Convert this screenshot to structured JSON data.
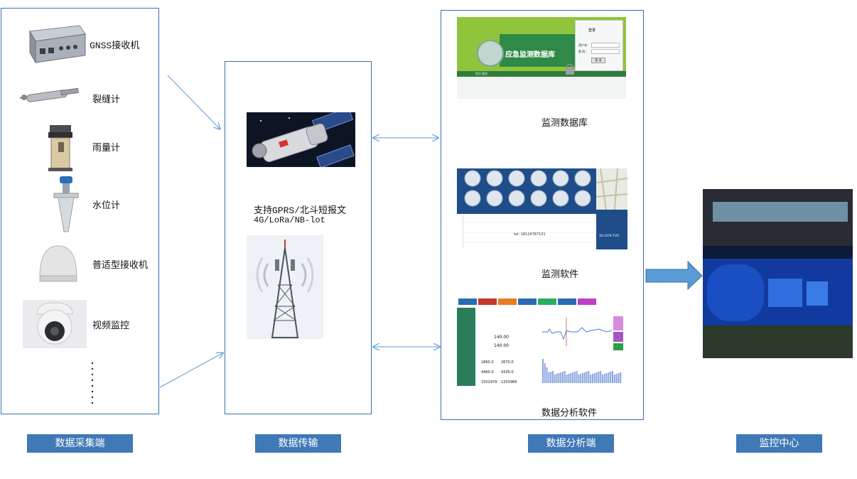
{
  "collection": {
    "devices": [
      {
        "label": "GNSS接收机",
        "icon": "gnss-receiver-icon"
      },
      {
        "label": "裂缝计",
        "icon": "crack-meter-icon"
      },
      {
        "label": "雨量计",
        "icon": "rain-gauge-icon"
      },
      {
        "label": "水位计",
        "icon": "water-level-meter-icon"
      },
      {
        "label": "普适型接收机",
        "icon": "universal-receiver-icon"
      },
      {
        "label": "视频监控",
        "icon": "video-camera-icon"
      }
    ],
    "category": "数据采集端"
  },
  "transmission": {
    "text_line1": "支持GPRS/北斗短报文",
    "text_line2": "4G/LoRa/NB-lot",
    "category": "数据传输"
  },
  "analysis": {
    "items": [
      {
        "label": "监测数据库",
        "screen_title": "应急监测数据库",
        "login_title": "登录",
        "username_label": "用户名：",
        "password_label": "密  码：",
        "login_button": "登 录",
        "nav": "首页 服务"
      },
      {
        "label": "监测软件",
        "phone": "tel: 18124787101",
        "side_text": "3D-2479-7101"
      },
      {
        "label": "数据分析软件",
        "values": [
          "140.00",
          "140.00",
          "1860.0",
          "2670.0",
          "4460.0",
          "9335.0",
          "1501979",
          "1333989"
        ]
      }
    ],
    "category": "数据分析端"
  },
  "monitor": {
    "category": "监控中心"
  },
  "colors": {
    "accent": "#3f79b6",
    "border": "#3a6fb0",
    "arrow": "#5b9bd5"
  }
}
